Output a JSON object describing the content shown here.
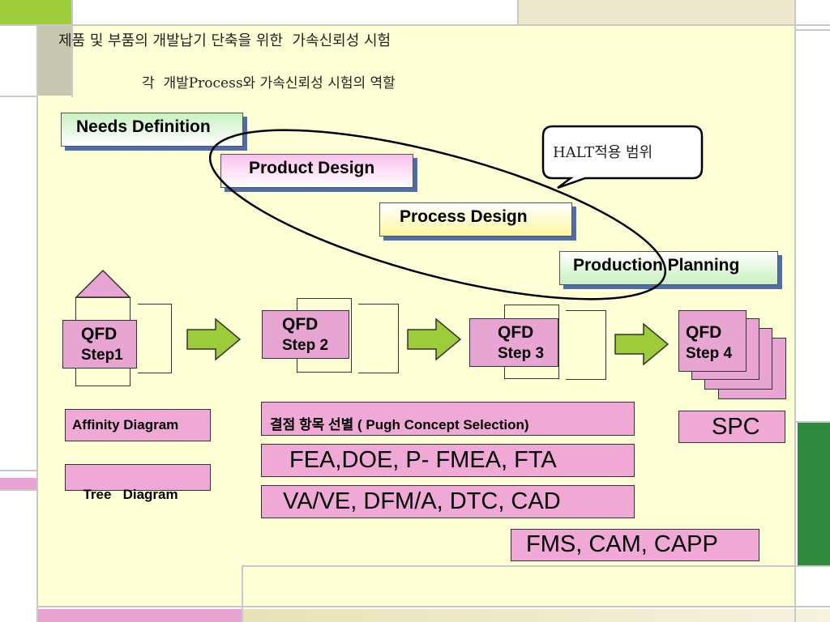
{
  "title": {
    "main": "제품 및 부품의 개발납기 단축을 위한  가속신뢰성 시험",
    "sub": "각  개발Process와 가속신뢰성 시험의 역할"
  },
  "callout": "HALT적용 범위",
  "stages": [
    "Needs Definition",
    "Product Design",
    "Process Design",
    "Production Planning"
  ],
  "qfd": [
    {
      "line1": "QFD",
      "line2": "Step1"
    },
    {
      "line1": "QFD",
      "line2": "Step 2"
    },
    {
      "line1": "QFD",
      "line2": "Step 3"
    },
    {
      "line1": "QFD",
      "line2": "Step 4"
    }
  ],
  "tools": {
    "affinity": "Affinity Diagram",
    "tree": "Tree   Diagram",
    "pugh": "결점 항목 선별 ( Pugh Concept Selection)",
    "fea": "FEA,DOE, P- FMEA, FTA",
    "vave": "VA/VE, DFM/A, DTC, CAD",
    "fms": "FMS, CAM, CAPP",
    "spc": "SPC"
  },
  "colors": {
    "background": "#ffffd6",
    "pink": "#e8a4d2",
    "arrow": "#9ccc3a",
    "shadow": "#4f6da8",
    "green": "#2e8b3d"
  }
}
